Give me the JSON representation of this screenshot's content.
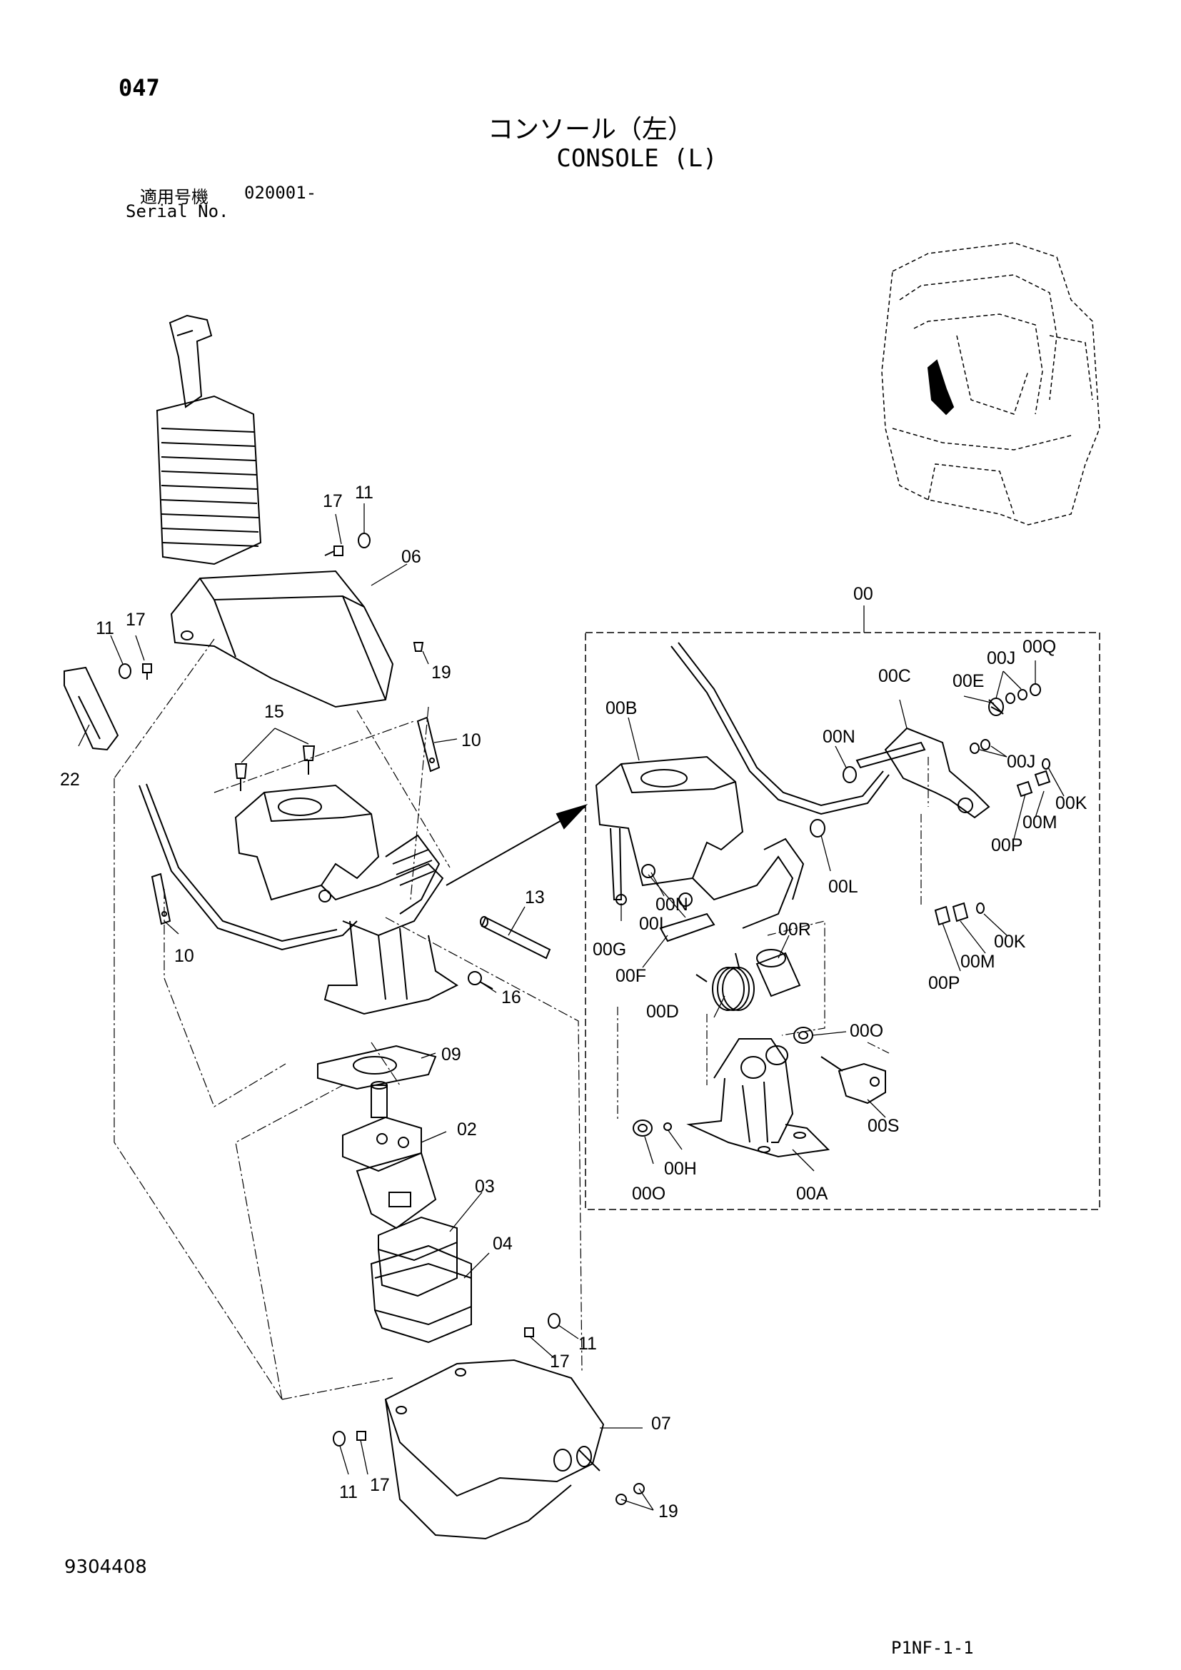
{
  "header": {
    "page_number": "047",
    "title_jp": "コンソール（左）",
    "title_en": "CONSOLE (L)",
    "serial_label_jp": "適用号機",
    "serial_value": "020001-",
    "serial_label_en": "Serial No."
  },
  "footer": {
    "drawing_number": "9304408",
    "page_code": "P1NF-1-1"
  },
  "callouts": {
    "c17a": "17",
    "c11a": "11",
    "c06": "06",
    "c11b": "11",
    "c17b": "17",
    "c19a": "19",
    "c15": "15",
    "c10a": "10",
    "c22": "22",
    "c10b": "10",
    "c13": "13",
    "c16": "16",
    "c09": "09",
    "c02": "02",
    "c03": "03",
    "c04": "04",
    "c11c": "11",
    "c17c": "17",
    "c07": "07",
    "c11d": "11",
    "c17d": "17",
    "c19b": "19",
    "c00": "00",
    "c00Q": "00Q",
    "c00J1": "00J",
    "c00C": "00C",
    "c00E": "00E",
    "c00B": "00B",
    "c00N1": "00N",
    "c00J2": "00J",
    "c00K1": "00K",
    "c00M1": "00M",
    "c00P1": "00P",
    "c00L": "00L",
    "c00N2": "00N",
    "c00I": "00I",
    "c00G": "00G",
    "c00F": "00F",
    "c00R": "00R",
    "c00K2": "00K",
    "c00M2": "00M",
    "c00P2": "00P",
    "c00D": "00D",
    "c00O1": "00O",
    "c00S": "00S",
    "c00H": "00H",
    "c00O2": "00O",
    "c00A": "00A"
  }
}
